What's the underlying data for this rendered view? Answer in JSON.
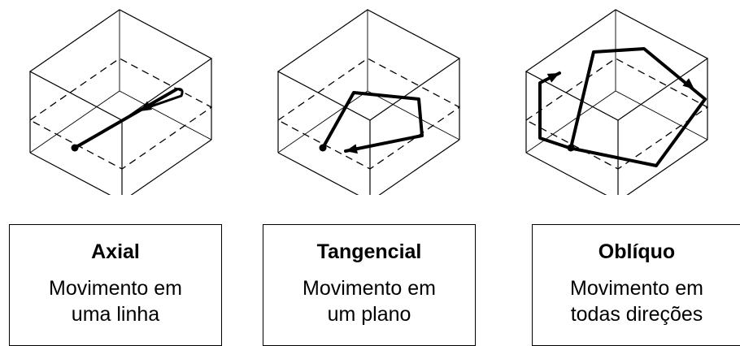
{
  "modes": [
    {
      "title": "Axial",
      "description": [
        "Movimento em",
        "uma linha"
      ],
      "icon": "axial-motion-cube"
    },
    {
      "title": "Tangencial",
      "description": [
        "Movimento em",
        "um plano"
      ],
      "icon": "tangential-motion-cube"
    },
    {
      "title": "Oblíquo",
      "description": [
        "Movimento em",
        "todas direções"
      ],
      "icon": "oblique-motion-cube"
    }
  ],
  "colors": {
    "line": "#000000",
    "background": "#ffffff"
  }
}
